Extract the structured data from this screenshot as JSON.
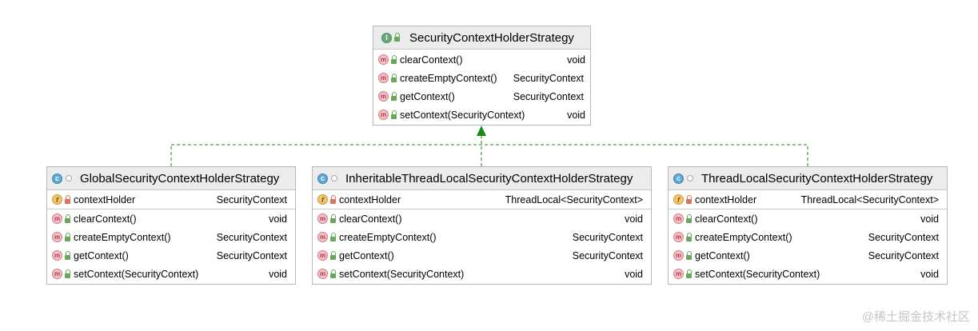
{
  "interface": {
    "name": "SecurityContextHolderStrategy",
    "icon": "interface-icon",
    "methods": [
      {
        "name": "clearContext()",
        "type": "void"
      },
      {
        "name": "createEmptyContext()",
        "type": "SecurityContext"
      },
      {
        "name": "getContext()",
        "type": "SecurityContext"
      },
      {
        "name": "setContext(SecurityContext)",
        "type": "void"
      }
    ]
  },
  "classes": [
    {
      "name": "GlobalSecurityContextHolderStrategy",
      "field": {
        "name": "contextHolder",
        "type": "SecurityContext"
      },
      "methods": [
        {
          "name": "clearContext()",
          "type": "void"
        },
        {
          "name": "createEmptyContext()",
          "type": "SecurityContext"
        },
        {
          "name": "getContext()",
          "type": "SecurityContext"
        },
        {
          "name": "setContext(SecurityContext)",
          "type": "void"
        }
      ]
    },
    {
      "name": "InheritableThreadLocalSecurityContextHolderStrategy",
      "field": {
        "name": "contextHolder",
        "type": "ThreadLocal<SecurityContext>"
      },
      "methods": [
        {
          "name": "clearContext()",
          "type": "void"
        },
        {
          "name": "createEmptyContext()",
          "type": "SecurityContext"
        },
        {
          "name": "getContext()",
          "type": "SecurityContext"
        },
        {
          "name": "setContext(SecurityContext)",
          "type": "void"
        }
      ]
    },
    {
      "name": "ThreadLocalSecurityContextHolderStrategy",
      "field": {
        "name": "contextHolder",
        "type": "ThreadLocal<SecurityContext>"
      },
      "methods": [
        {
          "name": "clearContext()",
          "type": "void"
        },
        {
          "name": "createEmptyContext()",
          "type": "SecurityContext"
        },
        {
          "name": "getContext()",
          "type": "SecurityContext"
        },
        {
          "name": "setContext(SecurityContext)",
          "type": "void"
        }
      ]
    }
  ],
  "colors": {
    "realization_arrow": "#1a8a1a",
    "header_bg": "#ececec",
    "border": "#b8b8b8"
  },
  "watermark": "@稀土掘金技术社区"
}
